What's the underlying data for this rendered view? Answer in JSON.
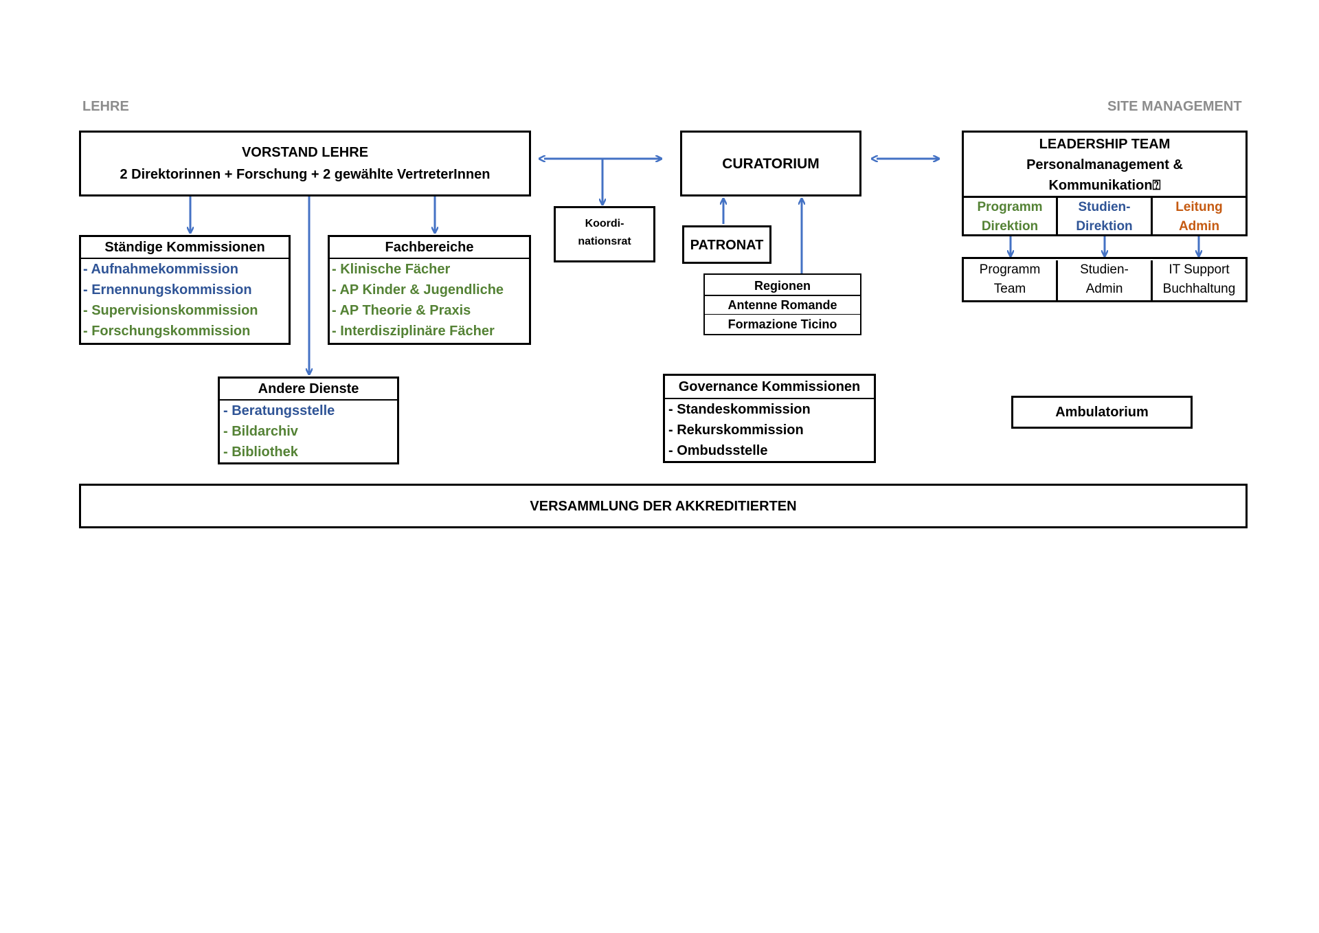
{
  "sections": {
    "left": "LEHRE",
    "right": "SITE MANAGEMENT"
  },
  "vorstand": {
    "title": "VORSTAND LEHRE",
    "subtitle": "2 Direktorinnen + Forschung + 2 gewählte VertreterInnen"
  },
  "koordinationsrat": {
    "line1": "Koordi-",
    "line2": "nationsrat"
  },
  "curatorium": "CURATORIUM",
  "patronat": "PATRONAT",
  "regionen": {
    "title": "Regionen",
    "items": [
      "Antenne Romande",
      "Formazione Ticino"
    ]
  },
  "leadership": {
    "title": "LEADERSHIP TEAM",
    "subtitle1": "Personalmanagement &",
    "subtitle2": "Kommunikation⍰",
    "cols": [
      {
        "line1": "Programm",
        "line2": "Direktion",
        "color": "#548235"
      },
      {
        "line1": "Studien-",
        "line2": "Direktion",
        "color": "#2f5496"
      },
      {
        "line1": "Leitung",
        "line2": "Admin",
        "color": "#c55a11"
      }
    ],
    "teams": [
      {
        "line1": "Programm",
        "line2": "Team"
      },
      {
        "line1": "Studien-",
        "line2": "Admin"
      },
      {
        "line1": "IT Support",
        "line2": "Buchhaltung"
      }
    ]
  },
  "staendige": {
    "title": "Ständige Kommissionen",
    "items": [
      {
        "text": "- Aufnahmekommission",
        "color": "#2f5496"
      },
      {
        "text": "- Ernennungskommission",
        "color": "#2f5496"
      },
      {
        "text": "- Supervisionskommission",
        "color": "#548235"
      },
      {
        "text": "- Forschungskommission",
        "color": "#548235"
      }
    ]
  },
  "fachbereiche": {
    "title": "Fachbereiche",
    "items": [
      {
        "text": "- Klinische Fächer",
        "color": "#548235"
      },
      {
        "text": "- AP Kinder & Jugendliche",
        "color": "#548235"
      },
      {
        "text": "- AP Theorie & Praxis",
        "color": "#548235"
      },
      {
        "text": "- Interdisziplinäre Fächer",
        "color": "#548235"
      }
    ]
  },
  "andere": {
    "title": "Andere Dienste",
    "items": [
      {
        "text": "- Beratungsstelle",
        "color": "#2f5496"
      },
      {
        "text": "- Bildarchiv",
        "color": "#548235"
      },
      {
        "text": "- Bibliothek",
        "color": "#548235"
      }
    ]
  },
  "governance": {
    "title": "Governance Kommissionen",
    "items": [
      "- Standeskommission",
      "- Rekurskommission",
      "- Ombudsstelle"
    ]
  },
  "ambulatorium": "Ambulatorium",
  "versammlung": "VERSAMMLUNG DER AKKREDITIERTEN",
  "colors": {
    "arrow": "#4472c4",
    "green": "#548235",
    "blue": "#2f5496",
    "orange": "#c55a11",
    "section": "#8c8c8c"
  }
}
